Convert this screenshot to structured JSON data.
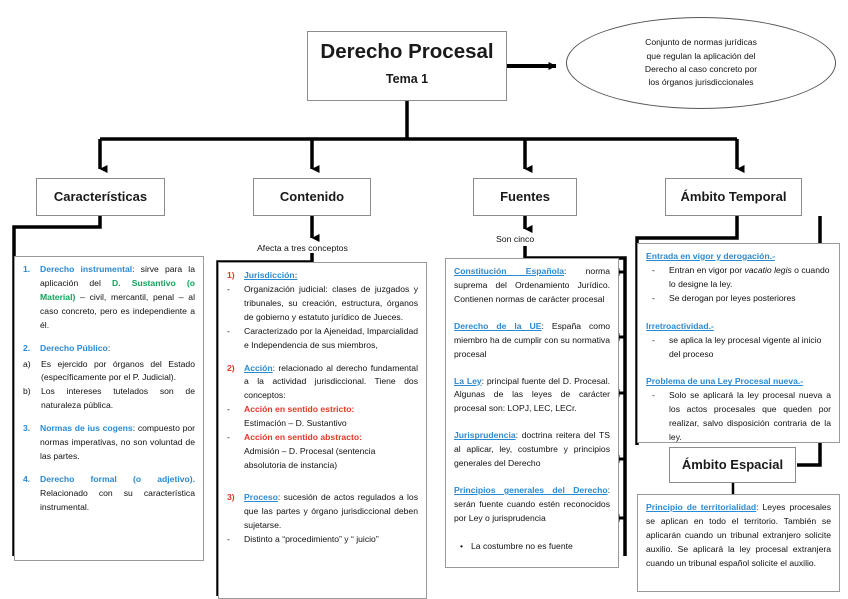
{
  "root": {
    "title": "Derecho Procesal",
    "subtitle": "Tema 1"
  },
  "definition_ellipse": {
    "lines": [
      "Conjunto de normas jurídicas",
      "que regulan la aplicación del",
      "Derecho al caso concreto por",
      "los órganos jurisdiccionales"
    ]
  },
  "branches": {
    "caracteristicas": "Características",
    "contenido": "Contenido",
    "fuentes": "Fuentes",
    "ambito_temporal": "Ámbito Temporal",
    "ambito_espacial": "Ámbito Espacial"
  },
  "captions": {
    "afecta": "Afecta a tres conceptos",
    "son_cinco": "Son cinco"
  },
  "caracteristicas_items": [
    {
      "marker": "1.",
      "term": "Derecho instrumental",
      "term_tail": ": sirve para la aplicación del ",
      "green_term": "D. Sustantivo (o Material)",
      "rest": " – civil, mercantil, penal – al caso concreto, pero es independiente a él."
    },
    {
      "marker": "2.",
      "term": "Derecho Público",
      "term_tail": ":",
      "subitems": [
        {
          "marker": "a)",
          "text": "Es ejercido por órganos del Estado (específicamente por el P. Judicial)."
        },
        {
          "marker": "b)",
          "text": "Los intereses tutelados son de naturaleza pública."
        }
      ]
    },
    {
      "marker": "3.",
      "term": "Normas de ius cogens",
      "term_tail": ": compuesto por normas imperativas, no son voluntad de las partes."
    },
    {
      "marker": "4.",
      "term": "Derecho formal (o adjetivo).",
      "term_tail": " Relacionado con su característica instrumental."
    }
  ],
  "contenido_items": [
    {
      "marker": "1)",
      "link": "Jurisdicción:",
      "subitems": [
        {
          "marker": "-",
          "text": "Organización judicial: clases de juzgados y tribunales, su creación, estructura, órganos de gobierno y estatuto jurídico de Jueces."
        },
        {
          "marker": "-",
          "text": "Caracterizado por la Ajeneidad, Imparcialidad e Independencia de sus miembros,"
        }
      ]
    },
    {
      "marker": "2)",
      "link": "Acción",
      "lead": ": relacionado al derecho fundamental a la actividad jurisdiccional. Tiene dos conceptos:",
      "subitems": [
        {
          "marker": "-",
          "red": "Acción en sentido estricto:",
          "text": "Estimación – D. Sustantivo"
        },
        {
          "marker": "-",
          "red": "Acción en sentido abstracto:",
          "text": "Admisión – D. Procesal (sentencia absolutoria de instancia)"
        }
      ]
    },
    {
      "marker": "3)",
      "link": "Proceso",
      "lead": ": sucesión de actos regulados a los que las partes y órgano jurisdiccional deben sujetarse.",
      "subitems": [
        {
          "marker": "-",
          "text": "Distinto a “procedimiento” y “ juicio”"
        }
      ]
    }
  ],
  "fuentes_items": [
    {
      "link": "Constitución Española",
      "text": ": norma suprema del Ordenamiento Jurídico. Contienen normas de carácter procesal"
    },
    {
      "link": "Derecho de la UE",
      "text": ": España como miembro ha de cumplir con su normativa procesal"
    },
    {
      "link": "La Ley",
      "text": ": principal fuente del D. Procesal. Algunas de las leyes de carácter procesal son: LOPJ, LEC, LECr."
    },
    {
      "link": "Jurisprudencia",
      "text": ": doctrina reitera del TS al aplicar, ley, costumbre y principios generales del Derecho"
    },
    {
      "link": "Principios generales del Derecho",
      "text": ": serán fuente cuando estén reconocidos por Ley o jurisprudencia"
    }
  ],
  "fuentes_note": {
    "bullet": "•",
    "text": "La costumbre no es fuente"
  },
  "temporal_items": [
    {
      "link": "Entrada en vigor y derogación.-",
      "subitems": [
        {
          "marker": "-",
          "pre": "Entran en vigor por ",
          "italic": "vacatio legis",
          "post": " o cuando lo designe la ley."
        },
        {
          "marker": "-",
          "pre": "Se derogan por leyes posteriores",
          "italic": "",
          "post": ""
        }
      ]
    },
    {
      "link": "Irretroactividad.-",
      "subitems": [
        {
          "marker": "-",
          "pre": "se aplica la ley procesal vigente al inicio del proceso",
          "italic": "",
          "post": ""
        }
      ]
    },
    {
      "link": "Problema de una Ley Procesal nueva.-",
      "subitems": [
        {
          "marker": "-",
          "pre": "Solo se aplicará la ley procesal nueva a los actos procesales que queden por realizar, salvo disposición contraria de la ley.",
          "italic": "",
          "post": ""
        }
      ]
    }
  ],
  "espacial_item": {
    "link": "Principio de territorialidad",
    "text": ": Leyes procesales se aplican en todo el territorio. También se aplicarán cuando un tribunal extranjero solicite auxilio. Se aplicará la ley procesal extranjera cuando un tribunal español solicite el auxilio."
  },
  "colors": {
    "accent_blue": "#2a8ad4",
    "accent_red": "#e8352a",
    "accent_green": "#17a05a",
    "wire": "#000000",
    "box_border": "#8c8c8c"
  }
}
